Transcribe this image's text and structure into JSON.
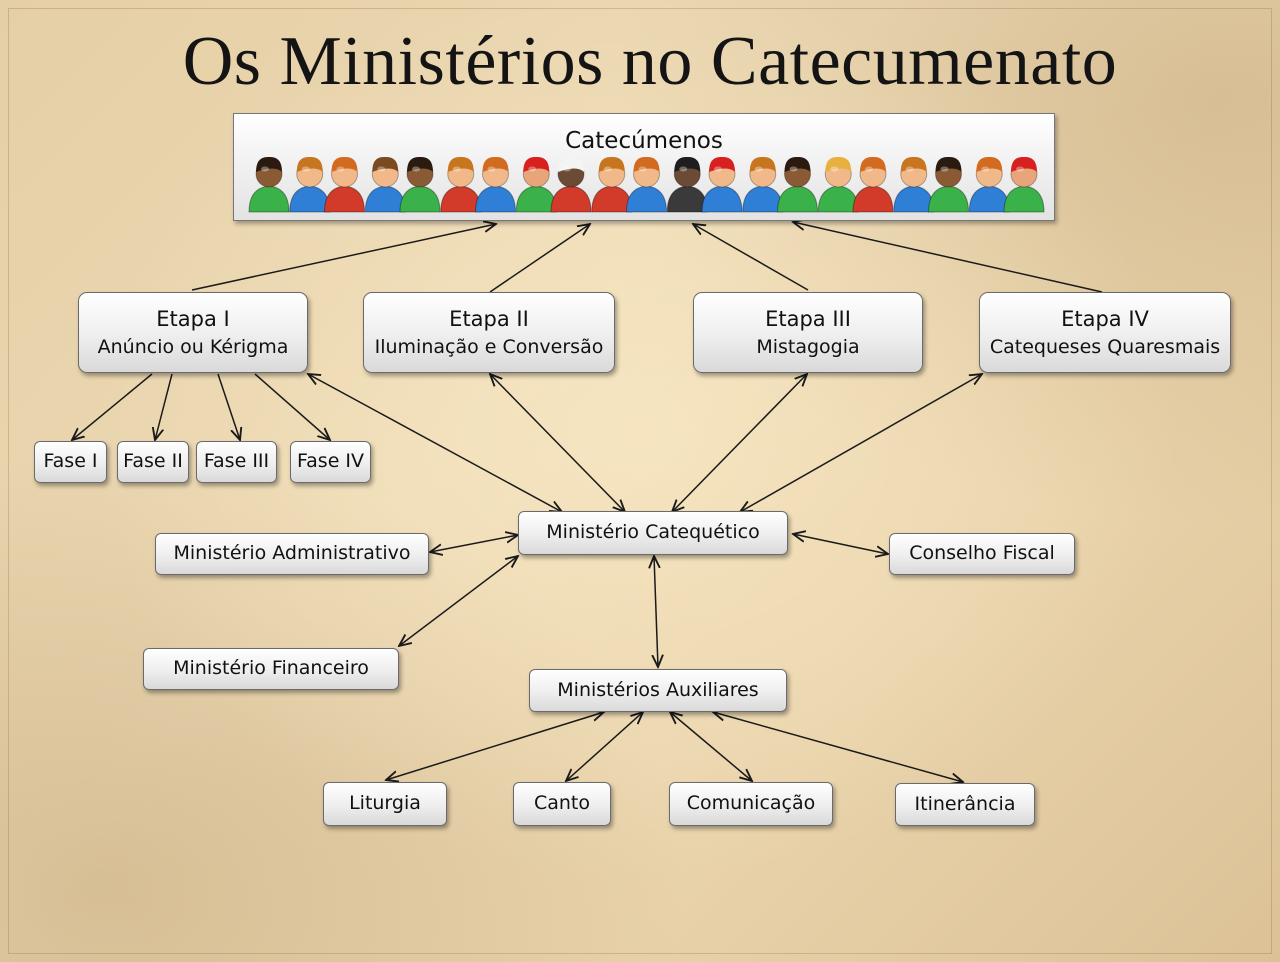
{
  "title": "Os Ministérios no Catecumenato",
  "catecumenos": {
    "label": "Catecúmenos",
    "people": [
      {
        "skin": "#8a5a35",
        "hair": "#2a1a10",
        "shirt": "#3bb14a"
      },
      {
        "skin": "#f1b98a",
        "hair": "#c8751f",
        "shirt": "#2f7fd6"
      },
      {
        "skin": "#f1b98a",
        "hair": "#d26a20",
        "shirt": "#d23a2a"
      },
      {
        "skin": "#f1b98a",
        "hair": "#7a4a20",
        "shirt": "#2f7fd6"
      },
      {
        "skin": "#8a5a35",
        "hair": "#2a1a10",
        "shirt": "#3bb14a"
      },
      {
        "skin": "#f1b98a",
        "hair": "#c8751f",
        "shirt": "#d23a2a"
      },
      {
        "skin": "#f1b98a",
        "hair": "#d26a20",
        "shirt": "#2f7fd6"
      },
      {
        "skin": "#e9a57a",
        "hair": "#d8201f",
        "shirt": "#3bb14a"
      },
      {
        "skin": "#6b4a36",
        "hair": "#f4f4f4",
        "shirt": "#d23a2a"
      },
      {
        "skin": "#f1b98a",
        "hair": "#c8751f",
        "shirt": "#d23a2a"
      },
      {
        "skin": "#f1b98a",
        "hair": "#d26a20",
        "shirt": "#2f7fd6"
      },
      {
        "skin": "#6b4a36",
        "hair": "#1e1e1e",
        "shirt": "#3a3a3a"
      },
      {
        "skin": "#f1b98a",
        "hair": "#d8201f",
        "shirt": "#2f7fd6"
      },
      {
        "skin": "#f1b98a",
        "hair": "#c8751f",
        "shirt": "#2f7fd6"
      },
      {
        "skin": "#8a5a35",
        "hair": "#2a1a10",
        "shirt": "#3bb14a"
      },
      {
        "skin": "#f1b98a",
        "hair": "#e8b040",
        "shirt": "#3bb14a"
      },
      {
        "skin": "#f1b98a",
        "hair": "#d26a20",
        "shirt": "#d23a2a"
      },
      {
        "skin": "#f1b98a",
        "hair": "#c8751f",
        "shirt": "#2f7fd6"
      },
      {
        "skin": "#8a5a35",
        "hair": "#2a1a10",
        "shirt": "#3bb14a"
      },
      {
        "skin": "#f1b98a",
        "hair": "#d26a20",
        "shirt": "#2f7fd6"
      },
      {
        "skin": "#e9a57a",
        "hair": "#d8201f",
        "shirt": "#3bb14a"
      }
    ]
  },
  "etapas": [
    {
      "title": "Etapa I",
      "subtitle": "Anúncio ou Kérigma"
    },
    {
      "title": "Etapa II",
      "subtitle": "Iluminação e Conversão"
    },
    {
      "title": "Etapa III",
      "subtitle": "Mistagogia"
    },
    {
      "title": "Etapa IV",
      "subtitle": "Catequeses Quaresmais"
    }
  ],
  "fases": [
    "Fase I",
    "Fase II",
    "Fase III",
    "Fase IV"
  ],
  "ministerios": {
    "catequetico": "Ministério Catequético",
    "administrativo": "Ministério Administrativo",
    "financeiro": "Ministério Financeiro",
    "conselho_fiscal": "Conselho Fiscal",
    "auxiliares": "Ministérios Auxiliares"
  },
  "auxiliares": [
    "Liturgia",
    "Canto",
    "Comunicação",
    "Itinerância"
  ]
}
